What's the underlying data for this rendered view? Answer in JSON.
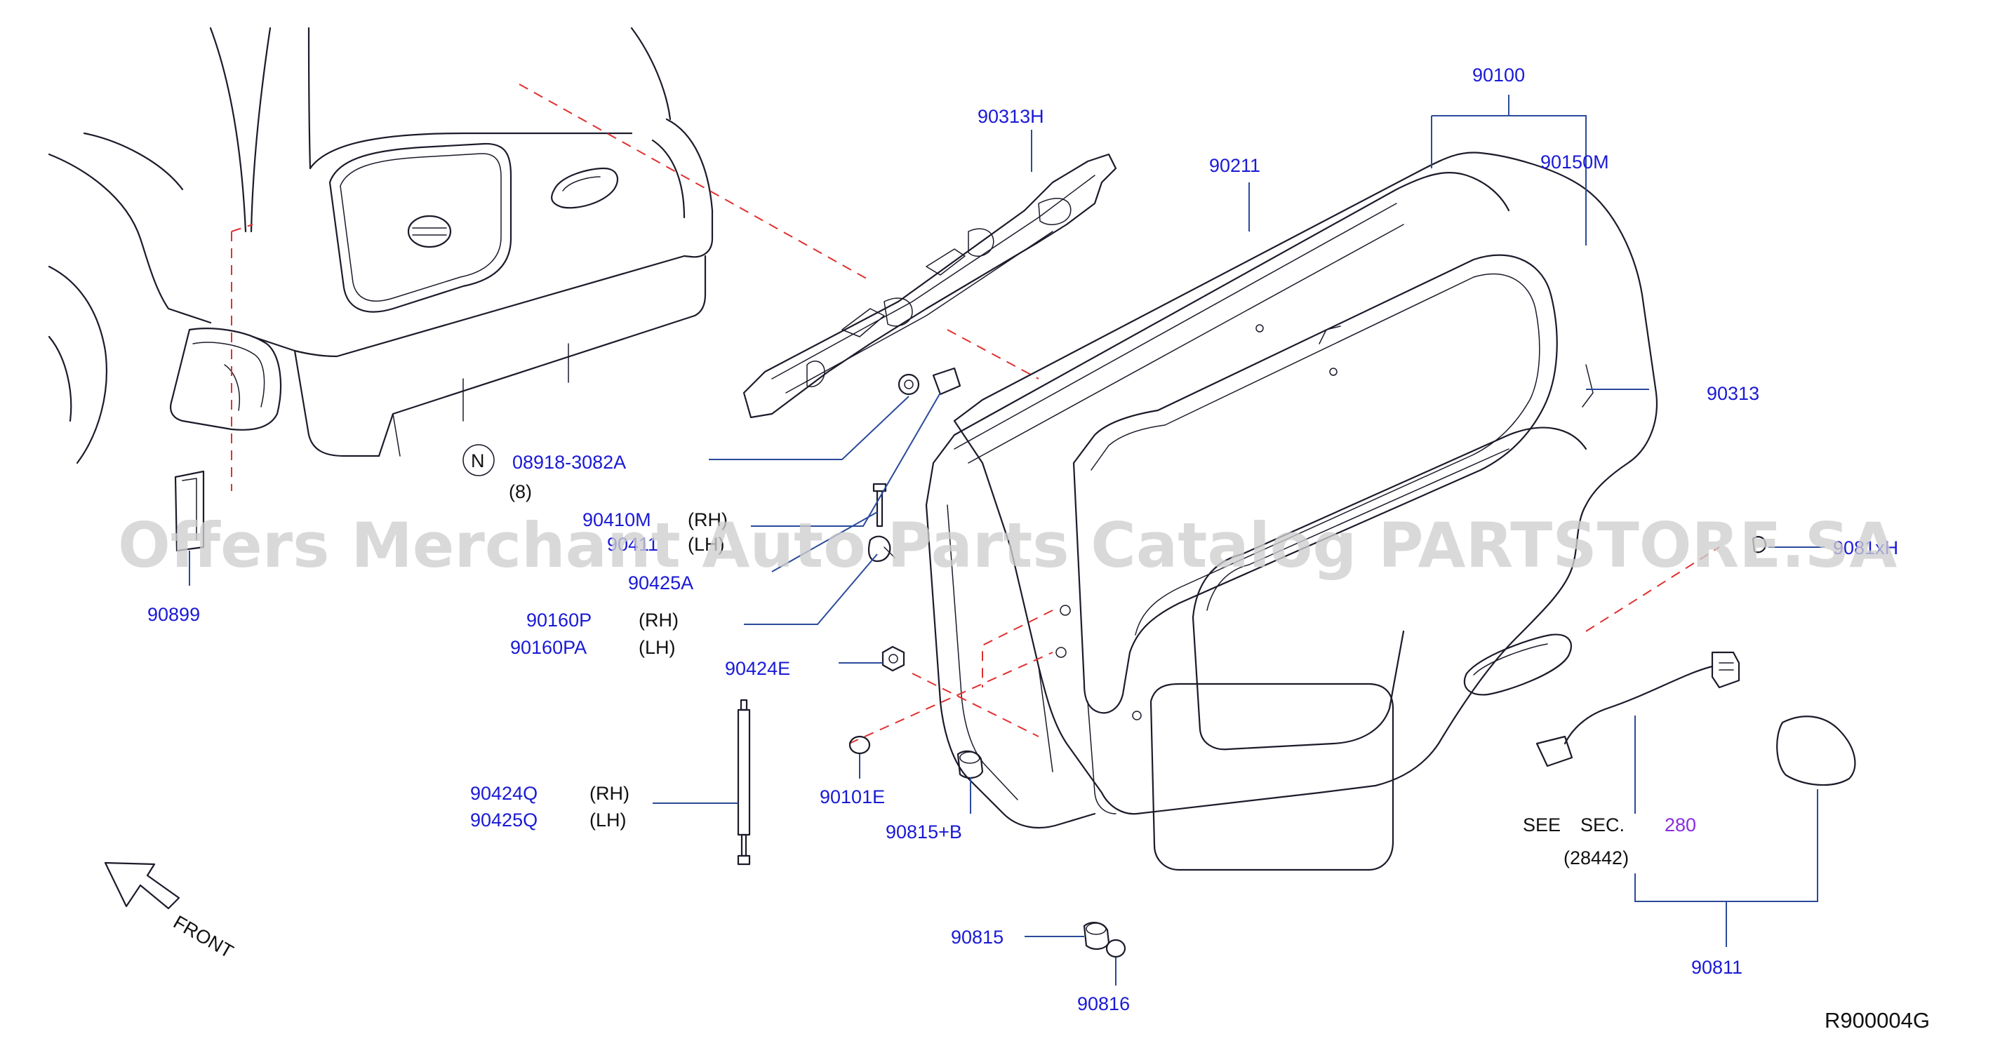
{
  "diagram": {
    "watermark": "Offers Merchant Auto Parts Catalog PARTSTORE.SA",
    "drawing_code": "R900004G",
    "front_label": "FRONT",
    "parts": {
      "p90100": "90100",
      "p90313H": "90313H",
      "p90211": "90211",
      "p90150M": "90150M",
      "p90313": "90313",
      "p90899": "90899",
      "p08918": "08918-3082A",
      "p08918_qty": "(8)",
      "p08918_symbol": "N",
      "p90410M": "90410M",
      "p90410M_side": "(RH)",
      "p90411": "90411",
      "p90411_side": "(LH)",
      "p90425A": "90425A",
      "p90160P": "90160P",
      "p90160P_side": "(RH)",
      "p90160PA": "90160PA",
      "p90160PA_side": "(LH)",
      "p90424E": "90424E",
      "p90101E": "90101E",
      "p90815B": "90815+B",
      "p90424Q": "90424Q",
      "p90424Q_side": "(RH)",
      "p90425Q": "90425Q",
      "p90425Q_side": "(LH)",
      "p90815": "90815",
      "p90816": "90816",
      "p90811": "90811",
      "p9081xH": "9081xH"
    },
    "see_sec": {
      "see": "SEE",
      "sec": "SEC.",
      "number": "280",
      "part": "(28442)"
    },
    "colors": {
      "label": "#1a1ad6",
      "leader": "#2a4a9a",
      "dashed_ref": "#e03030",
      "link": "#8a2be2",
      "outline": "#1b1b2a"
    }
  }
}
